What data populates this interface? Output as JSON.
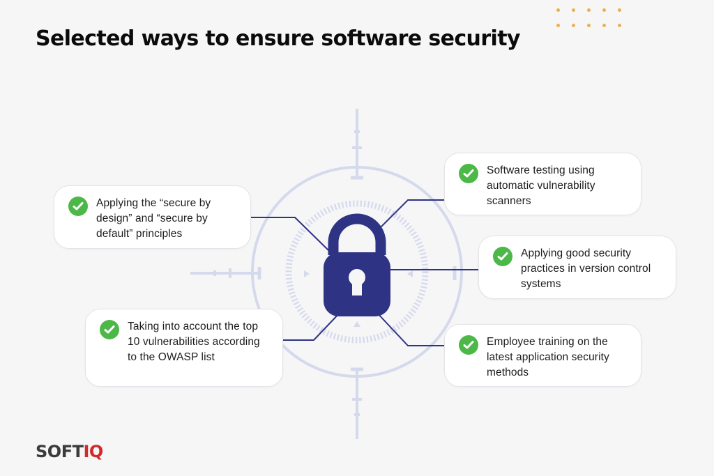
{
  "title": "Selected ways to ensure software security",
  "colors": {
    "background": "#f6f6f7",
    "lock": "#2e3384",
    "connector": "#2e3384",
    "ring": "#d5d9ec",
    "check": "#4cb848",
    "dots": "#ebb14f",
    "logo_dark": "#3b3b3d",
    "logo_accent": "#d12a2a"
  },
  "icons": {
    "center": "padlock-icon",
    "item": "check-circle-icon"
  },
  "items": [
    {
      "id": "secure-by-design",
      "label": "Applying the “secure by design” and “secure by default” principles",
      "side": "left"
    },
    {
      "id": "owasp-top10",
      "label": "Taking into account the top 10 vulnerabilities according to the OWASP list",
      "side": "left"
    },
    {
      "id": "vulnerability-scanners",
      "label": "Software testing using automatic vulnerability scanners",
      "side": "right"
    },
    {
      "id": "version-control",
      "label": "Applying good security practices in version control systems",
      "side": "right"
    },
    {
      "id": "employee-training",
      "label": "Employee training on the latest application security methods",
      "side": "right"
    }
  ],
  "logo": {
    "part1": "SOFT",
    "part2": "IQ"
  }
}
